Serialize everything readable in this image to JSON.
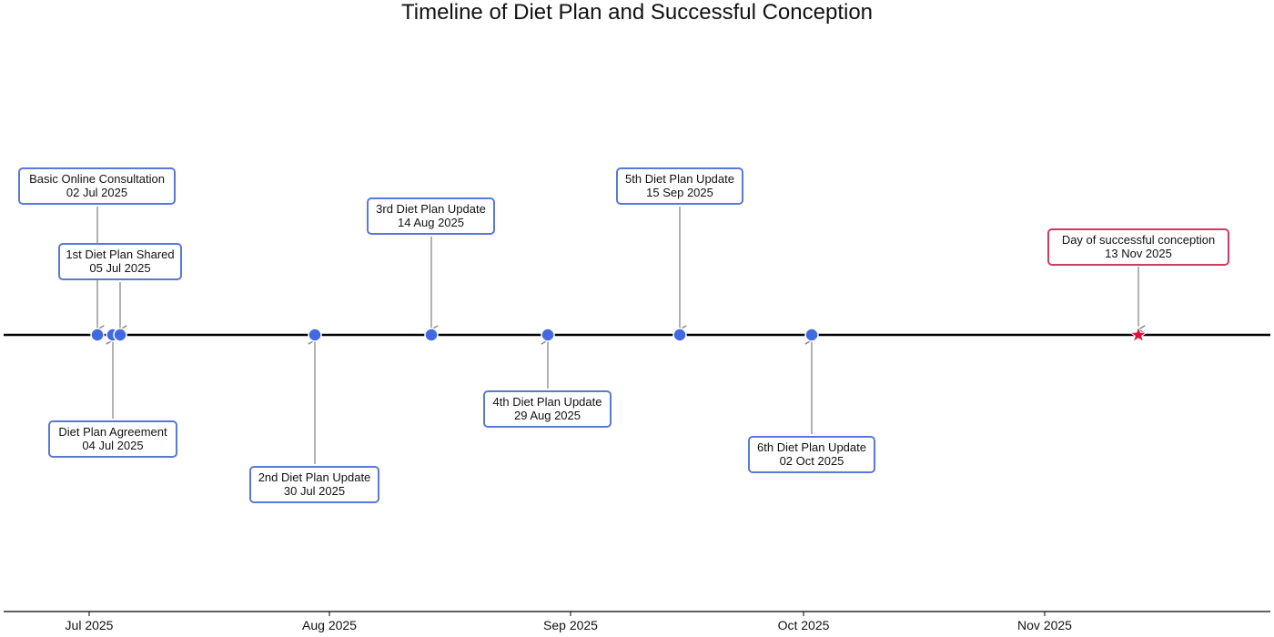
{
  "chart_data": {
    "type": "timeline",
    "title": "Timeline of Diet Plan and Successful Conception",
    "xlabel": "",
    "ylabel": "",
    "x_ticks": [
      "Jul 2025",
      "Aug 2025",
      "Sep 2025",
      "Oct 2025",
      "Nov 2025"
    ],
    "xlim": [
      "2025-06-22",
      "2025-11-28"
    ],
    "grid": false,
    "legend": null,
    "events": [
      {
        "label": "Basic Online Consultation",
        "date": "02 Jul 2025",
        "iso": "2025-07-02",
        "marker": "circle",
        "color": "#4169e1",
        "position": "above"
      },
      {
        "label": "Diet Plan Agreement",
        "date": "04 Jul 2025",
        "iso": "2025-07-04",
        "marker": "circle",
        "color": "#4169e1",
        "position": "below"
      },
      {
        "label": "1st Diet Plan Shared",
        "date": "05 Jul 2025",
        "iso": "2025-07-05",
        "marker": "circle",
        "color": "#4169e1",
        "position": "above"
      },
      {
        "label": "2nd Diet Plan Update",
        "date": "30 Jul 2025",
        "iso": "2025-07-30",
        "marker": "circle",
        "color": "#4169e1",
        "position": "below"
      },
      {
        "label": "3rd Diet Plan Update",
        "date": "14 Aug 2025",
        "iso": "2025-08-14",
        "marker": "circle",
        "color": "#4169e1",
        "position": "above"
      },
      {
        "label": "4th Diet Plan Update",
        "date": "29 Aug 2025",
        "iso": "2025-08-29",
        "marker": "circle",
        "color": "#4169e1",
        "position": "below"
      },
      {
        "label": "5th Diet Plan Update",
        "date": "15 Sep 2025",
        "iso": "2025-09-15",
        "marker": "circle",
        "color": "#4169e1",
        "position": "above"
      },
      {
        "label": "6th Diet Plan Update",
        "date": "02 Oct 2025",
        "iso": "2025-10-02",
        "marker": "circle",
        "color": "#4169e1",
        "position": "below"
      },
      {
        "label": "Day of successful conception",
        "date": "13 Nov 2025",
        "iso": "2025-11-13",
        "marker": "star",
        "color": "#dc143c",
        "position": "above"
      }
    ]
  },
  "colors": {
    "event_marker": "#4169e1",
    "event_border": "#5a78d6",
    "milestone_marker": "#dc143c",
    "milestone_border": "#d23a5e",
    "connector": "#888888",
    "timeline": "#000000"
  }
}
